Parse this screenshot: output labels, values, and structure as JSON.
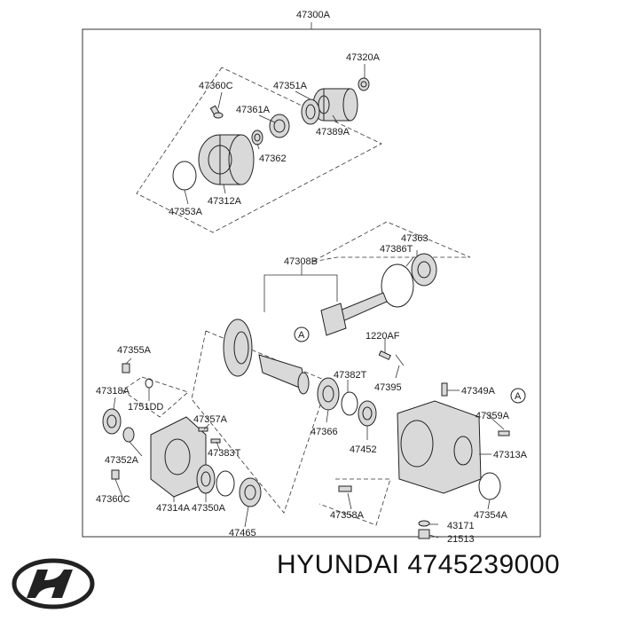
{
  "diagram": {
    "assembly_label": "47300A",
    "callouts": [
      "47320A",
      "47351A",
      "47360C",
      "47361A",
      "47389A",
      "47362",
      "47312A",
      "47353A",
      "47363",
      "47386T",
      "47308B",
      "1220AF",
      "47355A",
      "47382T",
      "47395",
      "47318A",
      "1751DD",
      "47349A",
      "47359A",
      "47357A",
      "47366",
      "47452",
      "47313A",
      "47383T",
      "47352A",
      "47360C",
      "47314A",
      "47350A",
      "47465",
      "47358A",
      "47354A",
      "43171",
      "21513"
    ],
    "reference_marker": "A"
  },
  "footer": {
    "logo_icon": "hyundai-logo-icon",
    "brand": "HYUNDAI",
    "part_number": "4745239000"
  }
}
